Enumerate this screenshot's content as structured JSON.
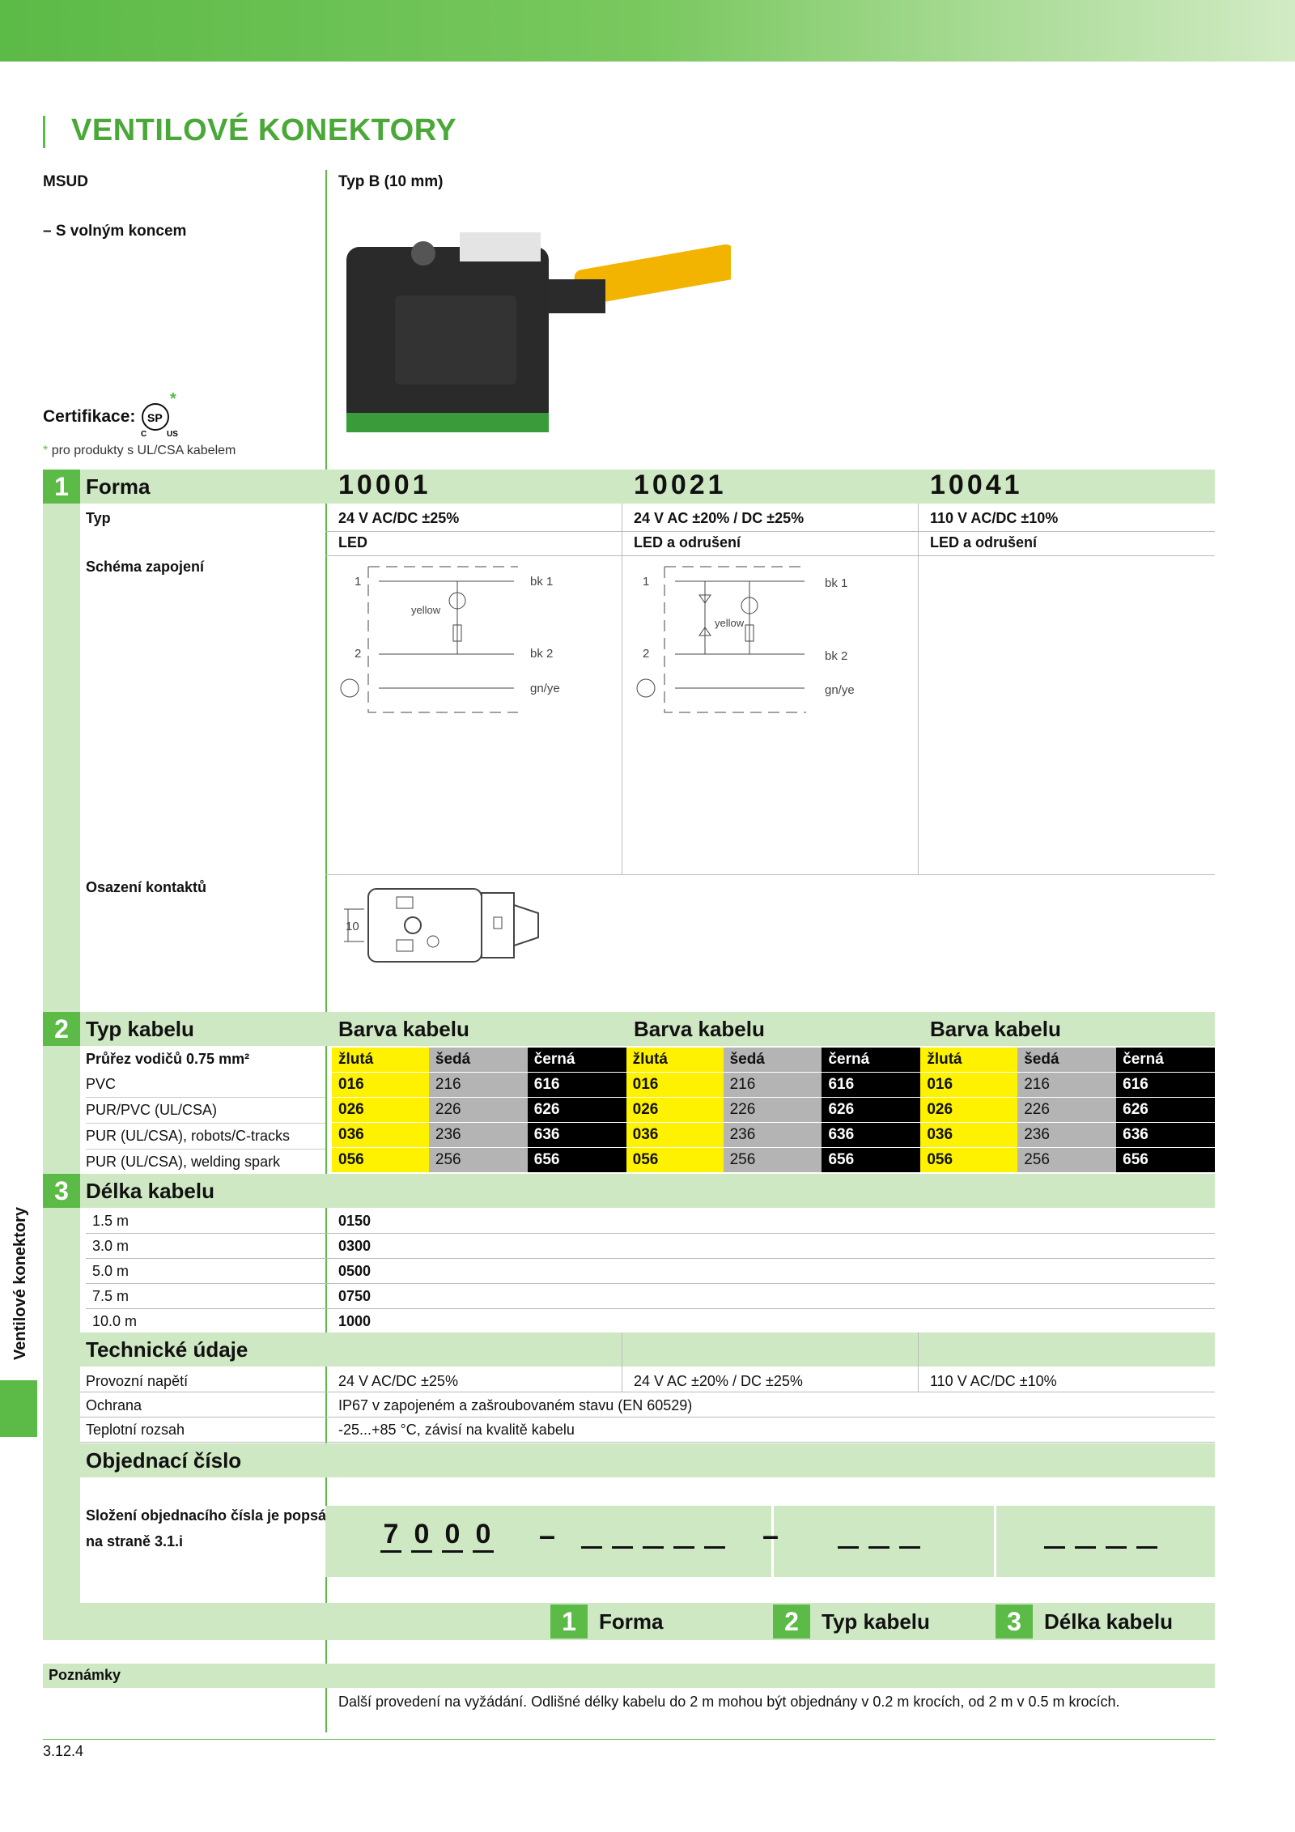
{
  "title": "VENTILOVÉ KONEKTORY",
  "product": "MSUD",
  "variant": "– S volným koncem",
  "type_label": "Typ B (10 mm)",
  "cert_label": "Certifikace:",
  "cert_note": "pro produkty s UL/CSA kabelem",
  "side_label": "Ventilové konektory",
  "sec1": {
    "num": "1",
    "title": "Forma",
    "typ_label": "Typ",
    "schema_label": "Schéma zapojení",
    "osazeni_label": "Osazení kontaktů"
  },
  "products": [
    {
      "code": "10001",
      "voltage": "24 V AC/DC ±25%",
      "feature": "LED"
    },
    {
      "code": "10021",
      "voltage": "24 V AC ±20% / DC ±25%",
      "feature": "LED a odrušení"
    },
    {
      "code": "10041",
      "voltage": "110 V AC/DC ±10%",
      "feature": "LED a odrušení"
    }
  ],
  "schema_labels": {
    "pin1": "1",
    "pin2": "2",
    "bk1": "bk  1",
    "bk2": "bk  2",
    "gnye": "gn/ye",
    "yellow": "yellow",
    "dim": "10"
  },
  "sec2": {
    "num": "2",
    "title": "Typ kabelu",
    "barva_label": "Barva kabelu",
    "prurez_label": "Průřez vodičů 0.75 mm²",
    "colors": [
      "žlutá",
      "šedá",
      "černá"
    ],
    "rows": [
      {
        "label": "PVC",
        "codes": [
          "016",
          "216",
          "616"
        ]
      },
      {
        "label": "PUR/PVC (UL/CSA)",
        "codes": [
          "026",
          "226",
          "626"
        ]
      },
      {
        "label": "PUR (UL/CSA), robots/C-tracks",
        "codes": [
          "036",
          "236",
          "636"
        ]
      },
      {
        "label": "PUR (UL/CSA), welding spark",
        "codes": [
          "056",
          "256",
          "656"
        ]
      }
    ]
  },
  "sec3": {
    "num": "3",
    "title": "Délka kabelu",
    "rows": [
      {
        "label": "1.5 m",
        "code": "0150"
      },
      {
        "label": "3.0 m",
        "code": "0300"
      },
      {
        "label": "5.0 m",
        "code": "0500"
      },
      {
        "label": "7.5 m",
        "code": "0750"
      },
      {
        "label": "10.0 m",
        "code": "1000"
      }
    ]
  },
  "tech": {
    "title": "Technické údaje",
    "napeti_label": "Provozní napětí",
    "napeti": [
      "24 V AC/DC ±25%",
      "24 V AC ±20% / DC ±25%",
      "110 V AC/DC ±10%"
    ],
    "ochrana_label": "Ochrana",
    "ochrana": "IP67 v zapojeném a zašroubovaném stavu (EN 60529)",
    "teplota_label": "Teplotní rozsah",
    "teplota": "-25...+85 °C, závisí na kvalitě kabelu"
  },
  "order": {
    "title": "Objednací číslo",
    "desc1": "Složení objednacího čísla je popsáno",
    "desc2": "na straně 3.1.i",
    "digits": [
      "7",
      "0",
      "0",
      "0"
    ],
    "dash": "–",
    "legend": [
      {
        "num": "1",
        "label": "Forma"
      },
      {
        "num": "2",
        "label": "Typ kabelu"
      },
      {
        "num": "3",
        "label": "Délka kabelu"
      }
    ]
  },
  "notes": {
    "title": "Poznámky",
    "text": "Další provedení na vyžádání. Odlišné délky kabelu do 2 m mohou být objednány v 0.2 m krocích, od 2 m v 0.5 m krocích."
  },
  "page_number": "3.12.4",
  "colors": {
    "brand_green": "#5cba47",
    "light_green": "#cfe8c4",
    "yellow": "#fff200",
    "grey": "#b4b4b4",
    "black": "#000000"
  }
}
